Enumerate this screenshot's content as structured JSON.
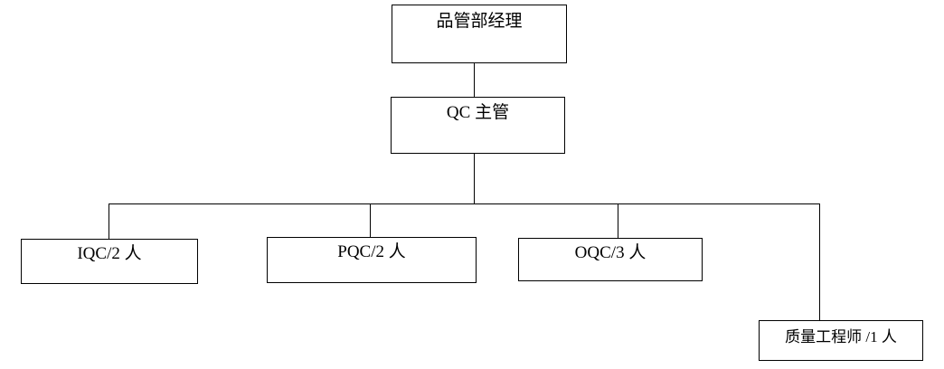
{
  "chart_data": {
    "type": "diagram",
    "diagram_type": "organizational-chart",
    "title": "",
    "orientation": "top-down",
    "nodes": [
      {
        "id": "manager",
        "label": "品管部经理",
        "level": 0,
        "headcount": null
      },
      {
        "id": "qc_super",
        "label": "QC 主管",
        "level": 1,
        "headcount": null
      },
      {
        "id": "iqc",
        "label": "IQC/2 人",
        "level": 2,
        "headcount": 2
      },
      {
        "id": "pqc",
        "label": "PQC/2 人",
        "level": 2,
        "headcount": 2
      },
      {
        "id": "oqc",
        "label": "OQC/3 人",
        "level": 2,
        "headcount": 3
      },
      {
        "id": "qe",
        "label": "质量工程师  /1 人",
        "level": 2,
        "headcount": 1
      }
    ],
    "edges": [
      {
        "from": "manager",
        "to": "qc_super"
      },
      {
        "from": "qc_super",
        "to": "iqc"
      },
      {
        "from": "qc_super",
        "to": "pqc"
      },
      {
        "from": "qc_super",
        "to": "oqc"
      },
      {
        "from": "qc_super",
        "to": "qe"
      }
    ],
    "colors": {
      "background": "#ffffff",
      "node_fill": "#ffffff",
      "node_border": "#000000",
      "connector": "#000000",
      "text": "#000000"
    }
  }
}
